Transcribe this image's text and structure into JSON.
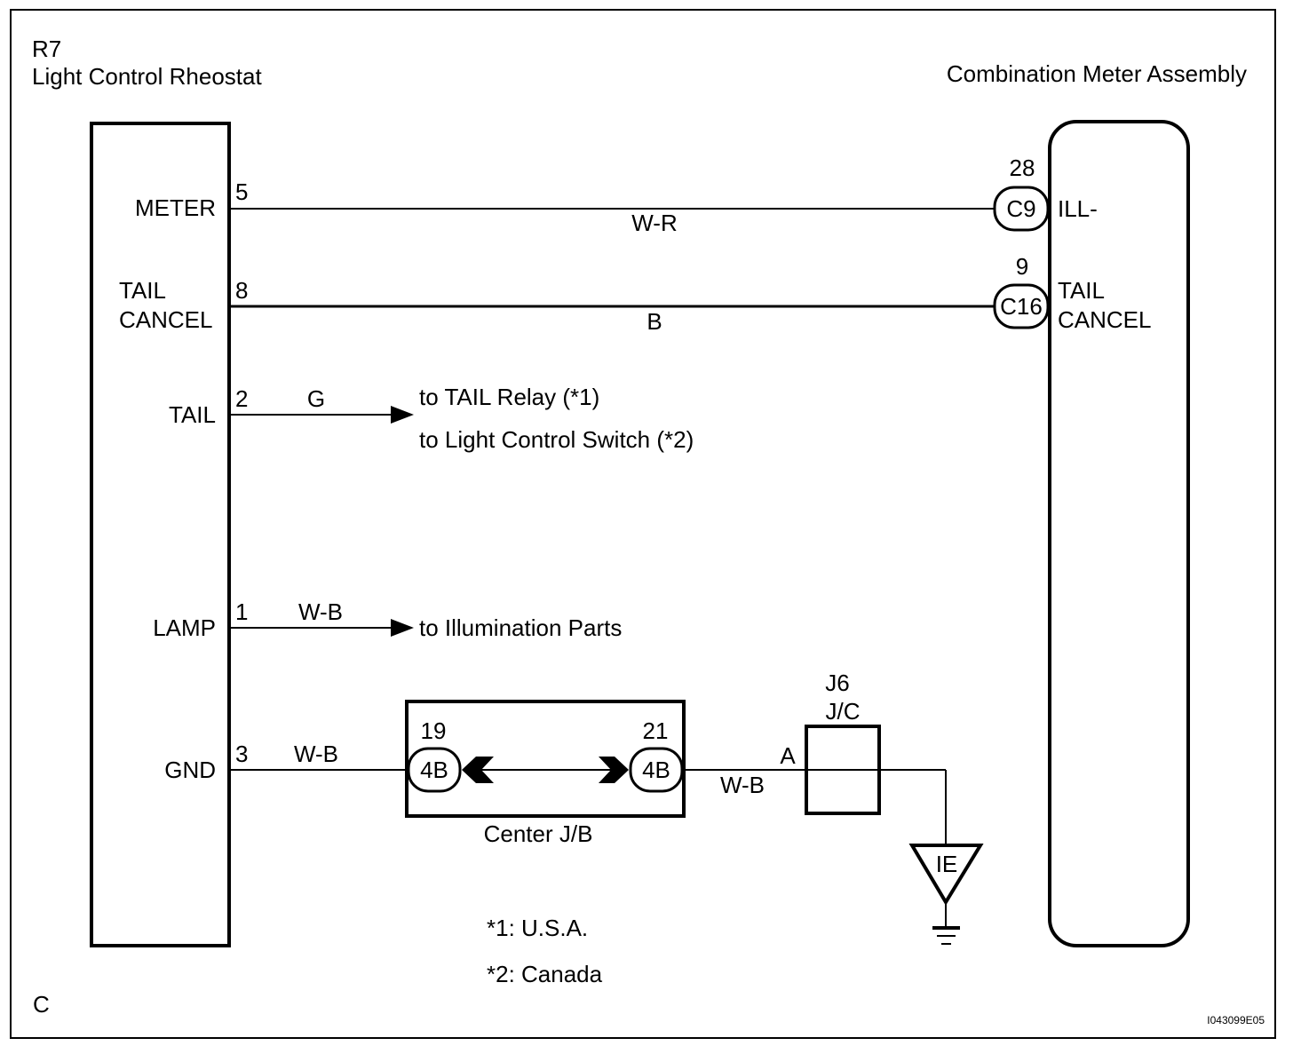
{
  "rheostat": {
    "code": "R7",
    "name": "Light Control Rheostat",
    "pins": [
      {
        "label_lines": [
          "METER"
        ],
        "pin": "5"
      },
      {
        "label_lines": [
          "TAIL",
          "CANCEL"
        ],
        "pin": "8"
      },
      {
        "label_lines": [
          "TAIL"
        ],
        "pin": "2"
      },
      {
        "label_lines": [
          "LAMP"
        ],
        "pin": "1"
      },
      {
        "label_lines": [
          "GND"
        ],
        "pin": "3"
      }
    ]
  },
  "meter": {
    "name": "Combination Meter Assembly",
    "pins": [
      {
        "pin": "28",
        "connector": "C9",
        "label_lines": [
          "ILL-"
        ]
      },
      {
        "pin": "9",
        "connector": "C16",
        "label_lines": [
          "TAIL",
          "CANCEL"
        ]
      }
    ]
  },
  "wires": {
    "meter": "W-R",
    "tail_cancel": "B",
    "tail": "G",
    "lamp": "W-B",
    "gnd_in": "W-B",
    "gnd_out": "W-B"
  },
  "destinations": {
    "tail_1": "to TAIL Relay (*1)",
    "tail_2": "to Light Control Switch (*2)",
    "lamp": "to Illumination Parts"
  },
  "center_jb": {
    "name": "Center J/B",
    "left": {
      "pin": "19",
      "connector": "4B"
    },
    "right": {
      "pin": "21",
      "connector": "4B"
    }
  },
  "junction": {
    "code": "J6",
    "type": "J/C",
    "terminal": "A"
  },
  "ground": {
    "label": "IE"
  },
  "notes": [
    "*1: U.S.A.",
    "*2: Canada"
  ],
  "corner_letter": "C",
  "figure_id": "I043099E05"
}
